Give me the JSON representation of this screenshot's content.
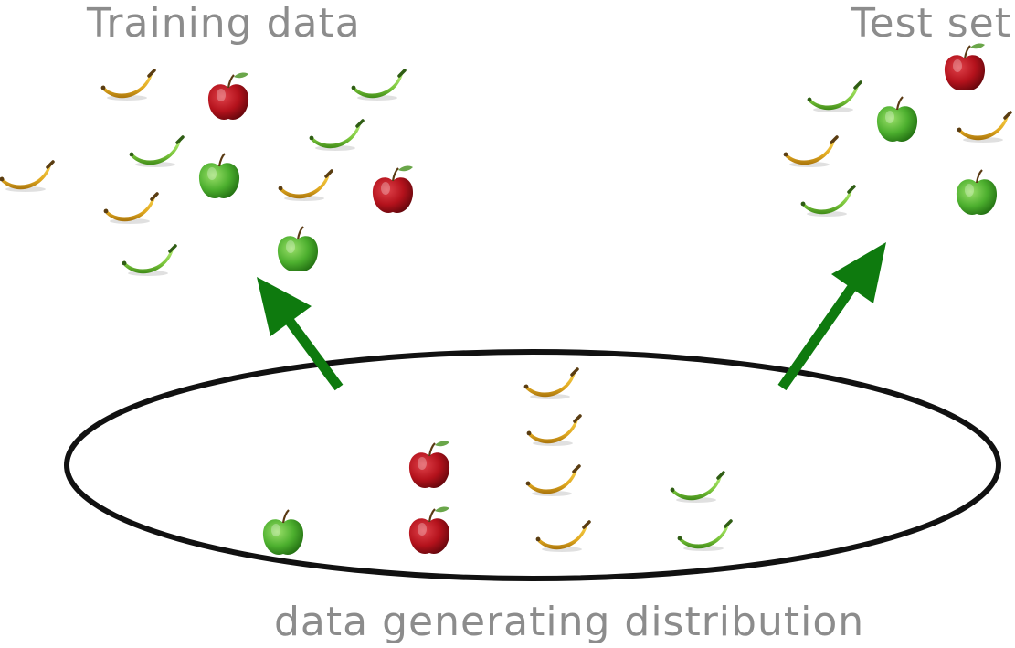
{
  "labels": {
    "training": "Training data",
    "test": "Test set",
    "distribution": "data generating distribution"
  },
  "colors": {
    "arrow": "#0e7a0e",
    "ellipse": "#111111",
    "text": "#8c8c8c",
    "banana_yellow": "#e0a81f",
    "banana_green": "#79c43a",
    "apple_red": "#b4121c",
    "apple_green": "#4caf2e"
  },
  "groups": {
    "training": [
      "banana-yellow",
      "apple-red",
      "banana-green",
      "banana-green",
      "banana-yellow",
      "apple-green",
      "banana-yellow",
      "apple-red",
      "banana-yellow",
      "banana-green",
      "apple-green",
      "banana-green"
    ],
    "test": [
      "apple-red",
      "banana-green",
      "apple-green",
      "banana-yellow",
      "banana-yellow",
      "apple-green",
      "banana-green"
    ],
    "distribution": [
      "banana-yellow",
      "banana-yellow",
      "apple-red",
      "banana-yellow",
      "banana-green",
      "apple-green",
      "apple-red",
      "banana-yellow",
      "banana-green"
    ]
  }
}
